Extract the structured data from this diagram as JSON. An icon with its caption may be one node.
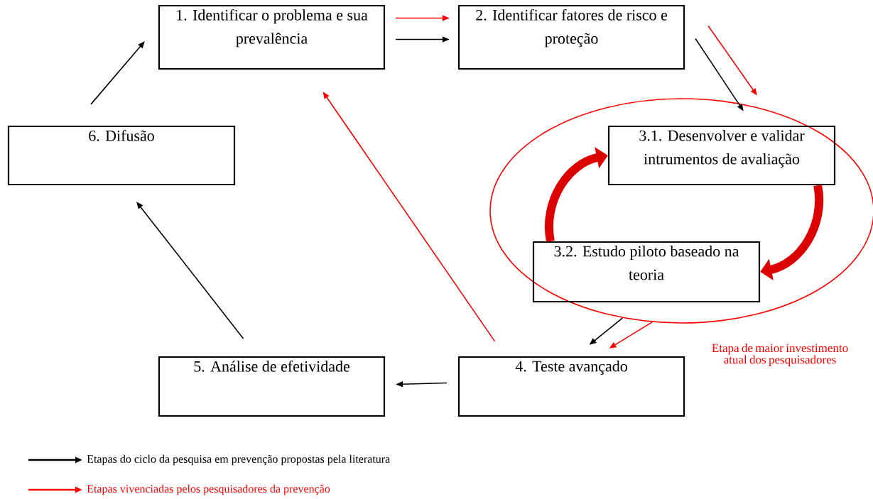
{
  "diagram": {
    "nodes": [
      {
        "text": [
          "1. Identificar o problema e sua prevalência"
        ]
      },
      {
        "text": [
          "2. Identificar fatores de risco e proteção"
        ]
      },
      {
        "text": [],
        "shape": "ellipse",
        "beside": [
          "Etapa de maior investimento atual dos pesquisadores"
        ]
      },
      {
        "text": [
          "3.1. Desenvolver e validar intrumentos de avaliação"
        ],
        "in": 2
      },
      {
        "text": [
          "3.2. Estudo piloto baseado na teoria"
        ],
        "in": 2
      },
      {
        "text": [
          "4. Teste avançado"
        ]
      },
      {
        "text": [
          "5. Análise de efetividade"
        ]
      },
      {
        "text": [
          "6. Difusão"
        ]
      }
    ],
    "edges": [
      {
        "from": 0,
        "to": 1,
        "arrow": "to"
      },
      {
        "from": 0,
        "to": 1,
        "arrow": "to",
        "color": "#ff0000"
      },
      {
        "from": 1,
        "to": 2,
        "arrow": "to"
      },
      {
        "from": 1,
        "to": 2,
        "arrow": "to",
        "color": "#ff0000"
      },
      {
        "from": 2,
        "to": 5,
        "arrow": "to"
      },
      {
        "from": 2,
        "to": 5,
        "arrow": "to",
        "color": "#ff0000"
      },
      {
        "from": 5,
        "to": 6,
        "arrow": "to"
      },
      {
        "from": 5,
        "to": 0,
        "arrow": "to",
        "color": "#ff0000"
      },
      {
        "from": 6,
        "to": 7,
        "arrow": "to"
      },
      {
        "from": 7,
        "to": 0,
        "arrow": "to"
      },
      {
        "from": 4,
        "to": 3,
        "arrow": "to",
        "style": "thick",
        "color": "#dd0000"
      },
      {
        "from": 3,
        "to": 4,
        "arrow": "to",
        "style": "thick",
        "color": "#dd0000"
      }
    ],
    "legend": [
      {
        "text": "Etapas do ciclo da pesquisa em prevenção propostas pela literatura",
        "color": "#000000"
      },
      {
        "text": "Etapas vivenciadas pelos pesquisadores da prevenção",
        "color": "#ff0000"
      }
    ]
  }
}
